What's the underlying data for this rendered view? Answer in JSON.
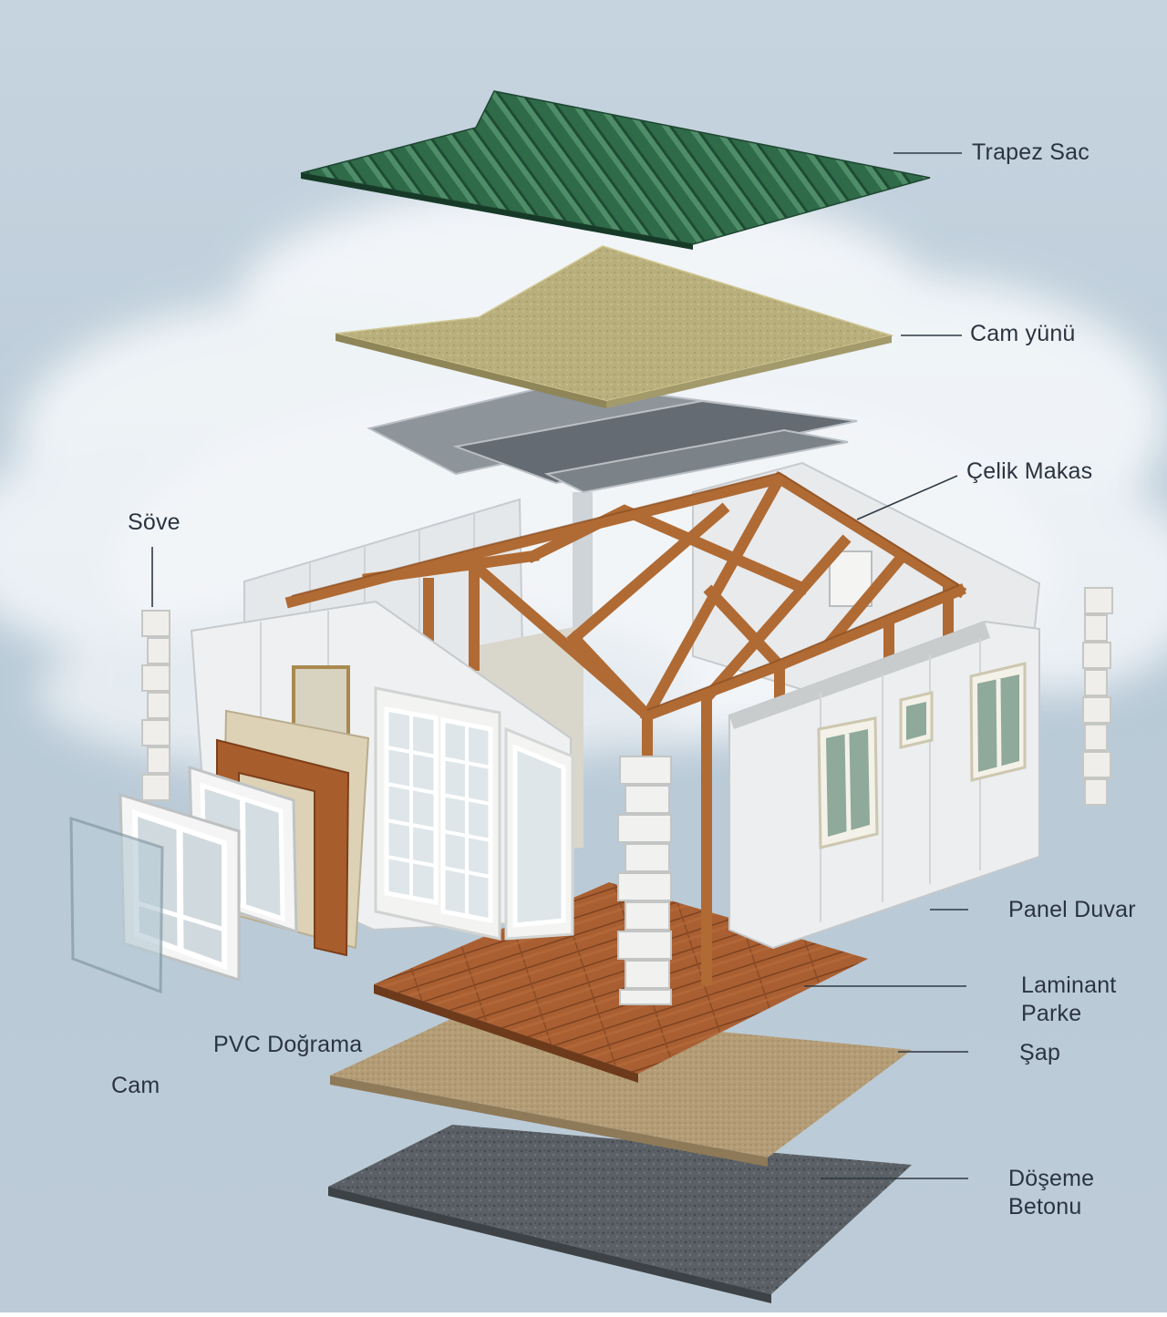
{
  "labels": {
    "trapez_sac": "Trapez Sac",
    "cam_yunu": "Cam yünü",
    "celik_makas": "Çelik Makas",
    "sove": "Söve",
    "panel_duvar": "Panel Duvar",
    "laminant_parke": "Laminant\nParke",
    "pvc_dograma": "PVC Doğrama",
    "sap": "Şap",
    "cam": "Cam",
    "doseme_betonu": "Döşeme\nBetonu"
  },
  "colors": {
    "roof_sheet": "#2f6b4a",
    "insulation": "#b9b07c",
    "steel_truss": "#b86d34",
    "wall_panel": "#e9ecee",
    "parquet": "#a85f32",
    "screed": "#b49d78",
    "concrete": "#5b6166",
    "sky": "#b7c9d6"
  }
}
